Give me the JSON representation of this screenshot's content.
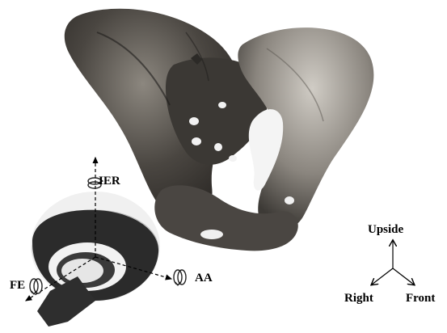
{
  "labels": {
    "ier": "IER",
    "aa": "AA",
    "fe": "FE",
    "upside": "Upside",
    "right": "Right",
    "front": "Front"
  },
  "colors": {
    "bone_dark": "#3a3733",
    "bone_mid": "#6e6a64",
    "bone_light": "#b8b4ad",
    "implant_shell": "#2b2b2b",
    "implant_liner": "#e8e8e8",
    "text": "#000000"
  }
}
